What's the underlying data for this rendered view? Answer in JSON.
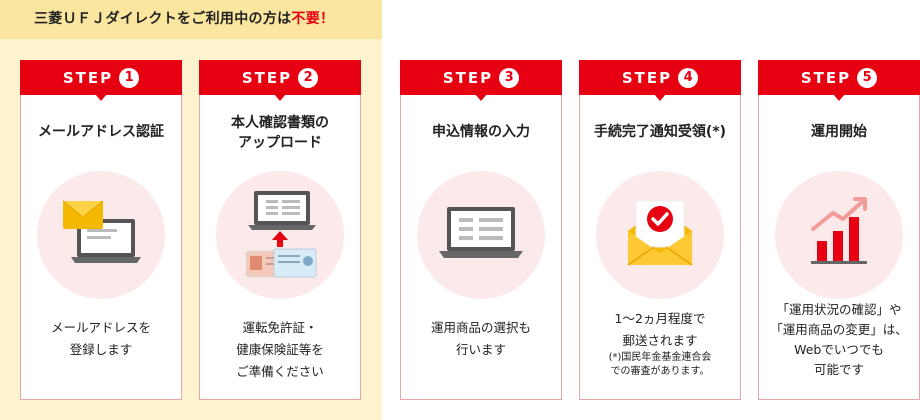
{
  "notice": {
    "prefix": "三菱ＵＦＪダイレクトをご利用中の方は",
    "accent": "不要！"
  },
  "steps": [
    {
      "label": "STEP",
      "number": "1",
      "title": "メールアドレス認証",
      "icon": "email-laptop-icon",
      "desc": "メールアドレスを\n登録します",
      "note": ""
    },
    {
      "label": "STEP",
      "number": "2",
      "title": "本人確認書類の\nアップロード",
      "icon": "id-upload-icon",
      "desc": "運転免許証・\n健康保険証等を\nご準備ください",
      "note": ""
    },
    {
      "label": "STEP",
      "number": "3",
      "title": "申込情報の入力",
      "icon": "laptop-form-icon",
      "desc": "運用商品の選択も\n行います",
      "note": ""
    },
    {
      "label": "STEP",
      "number": "4",
      "title": "手続完了通知受領(*)",
      "icon": "mail-check-icon",
      "desc": "1〜2ヵ月程度で\n郵送されます",
      "note": "(*)国民年金基金連合会\nでの審査があります。"
    },
    {
      "label": "STEP",
      "number": "5",
      "title": "運用開始",
      "icon": "growth-chart-icon",
      "desc": "「運用状況の確認」や\n「運用商品の変更」は、\nWebでいつでも\n可能です",
      "note": ""
    }
  ],
  "colors": {
    "accent": "#e60012",
    "notice_bg": "#fdf3cf",
    "notice_banner_bg": "#fbe6a0",
    "icon_circle_bg": "#fce9e9",
    "card_border": "#e8a6a8"
  }
}
